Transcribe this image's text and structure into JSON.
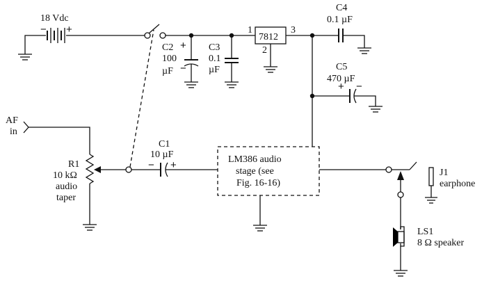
{
  "battery": {
    "label": "18 Vdc",
    "neg": "−",
    "pos": "+"
  },
  "c2": {
    "ref": "C2",
    "value": "100",
    "unit": "µF",
    "pos": "+",
    "neg": "−"
  },
  "c3": {
    "ref": "C3",
    "value": "0.1",
    "unit": "µF"
  },
  "regulator": {
    "part": "7812",
    "pin_in": "1",
    "pin_gnd": "2",
    "pin_out": "3"
  },
  "c4": {
    "ref": "C4",
    "value": "0.1 µF"
  },
  "c5": {
    "ref": "C5",
    "value": "470 µF",
    "pos": "+",
    "neg": "−"
  },
  "af_input": {
    "line1": "AF",
    "line2": "in"
  },
  "r1": {
    "ref": "R1",
    "value": "10 kΩ",
    "taper_line1": "audio",
    "taper_line2": "taper"
  },
  "c1": {
    "ref": "C1",
    "value": "10 µF",
    "neg": "−",
    "pos": "+"
  },
  "amp": {
    "line1": "LM386 audio",
    "line2": "stage (see",
    "line3": "Fig. 16-16)"
  },
  "j1": {
    "ref": "J1",
    "label": "earphone"
  },
  "ls1": {
    "ref": "LS1",
    "label": "8 Ω speaker"
  }
}
